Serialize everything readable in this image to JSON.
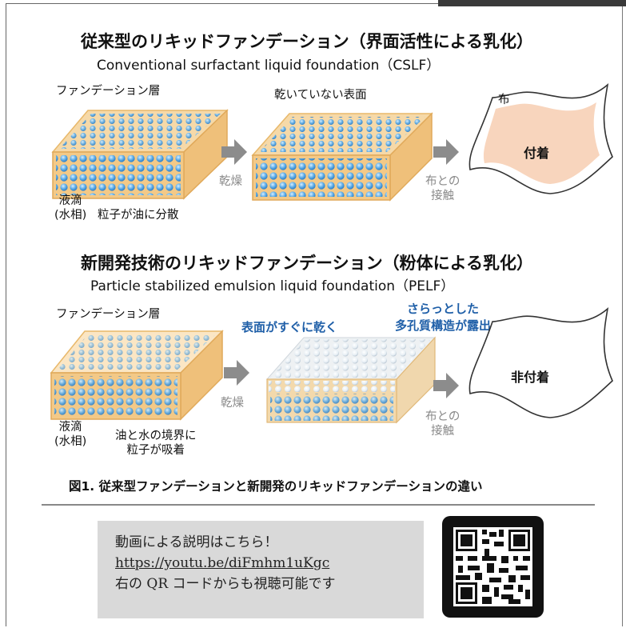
{
  "section1": {
    "title_jp": "従来型のリキッドファンデーション（界面活性による乳化）",
    "title_en": "Conventional surfactant liquid foundation（CSLF）",
    "label_layer": "ファンデーション層",
    "label_surface": "乾いていない表面",
    "label_cloth": "布",
    "label_droplet_1": "液滴",
    "label_droplet_2": "(水相)",
    "label_particles": "粒子が油に分散",
    "label_dry": "乾燥",
    "label_contact_1": "布との",
    "label_contact_2": "接触",
    "label_result": "付着"
  },
  "section2": {
    "title_jp": "新開発技術のリキッドファンデーション（粉体による乳化）",
    "title_en": "Particle stabilized emulsion liquid foundation（PELF）",
    "label_layer": "ファンデーション層",
    "label_surface_dry": "表面がすぐに乾く",
    "label_porous_1": "さらっとした",
    "label_porous_2": "多孔質構造が露出",
    "label_droplet_1": "液滴",
    "label_droplet_2": "(水相)",
    "label_boundary_1": "油と水の境界に",
    "label_boundary_2": "粒子が吸着",
    "label_dry": "乾燥",
    "label_contact_1": "布との",
    "label_contact_2": "接触",
    "label_result": "非付着"
  },
  "caption": "図1. 従来型ファンデーションと新開発のリキッドファンデーションの違い",
  "video": {
    "line1": "動画による説明はこちら！",
    "url": "https://youtu.be/diFmhm1uKgc",
    "line3": "右の QR コードからも視聴可能です"
  },
  "colors": {
    "foundation_fill": "#f3c987",
    "droplet_blue": "#4a9fe0",
    "cloth_fill": "#f8d5bd",
    "arrow_gray": "#8c8c8c",
    "highlight_blue": "#1f5fa8"
  }
}
